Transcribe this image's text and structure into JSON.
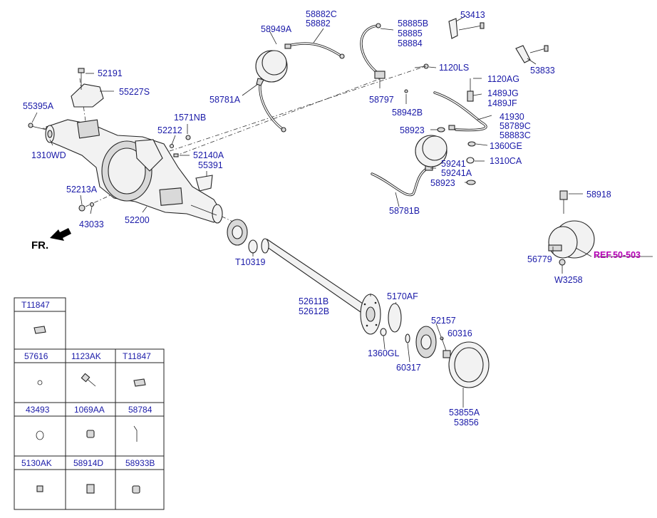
{
  "front_label": "FR.",
  "ref_label": "REF.50-503",
  "part_labels": [
    {
      "id": "p58882c",
      "text": "58882C"
    },
    {
      "id": "p58882",
      "text": "58882"
    },
    {
      "id": "p58949a",
      "text": "58949A"
    },
    {
      "id": "p58885b",
      "text": "58885B"
    },
    {
      "id": "p58885",
      "text": "58885"
    },
    {
      "id": "p58884",
      "text": "58884"
    },
    {
      "id": "p53413",
      "text": "53413"
    },
    {
      "id": "p53833",
      "text": "53833"
    },
    {
      "id": "p52191",
      "text": "52191"
    },
    {
      "id": "p55227s",
      "text": "55227S"
    },
    {
      "id": "p55395a",
      "text": "55395A"
    },
    {
      "id": "p1310wd",
      "text": "1310WD"
    },
    {
      "id": "p1571nb",
      "text": "1571NB"
    },
    {
      "id": "p52212",
      "text": "52212"
    },
    {
      "id": "p52140a",
      "text": "52140A"
    },
    {
      "id": "p55391",
      "text": "55391"
    },
    {
      "id": "p52213a",
      "text": "52213A"
    },
    {
      "id": "p43033",
      "text": "43033"
    },
    {
      "id": "p52200",
      "text": "52200"
    },
    {
      "id": "p58781a",
      "text": "58781A"
    },
    {
      "id": "p1120ls",
      "text": "1120LS"
    },
    {
      "id": "p1120ag",
      "text": "1120AG"
    },
    {
      "id": "p58797",
      "text": "58797"
    },
    {
      "id": "p1489jg",
      "text": "1489JG"
    },
    {
      "id": "p1489jf",
      "text": "1489JF"
    },
    {
      "id": "p58942b",
      "text": "58942B"
    },
    {
      "id": "p41930",
      "text": "41930"
    },
    {
      "id": "p58789c",
      "text": "58789C"
    },
    {
      "id": "p58883c",
      "text": "58883C"
    },
    {
      "id": "p58923a",
      "text": "58923"
    },
    {
      "id": "p1360ge",
      "text": "1360GE"
    },
    {
      "id": "p1310ca",
      "text": "1310CA"
    },
    {
      "id": "p59241",
      "text": "59241"
    },
    {
      "id": "p59241a",
      "text": "59241A"
    },
    {
      "id": "p58923b",
      "text": "58923"
    },
    {
      "id": "p58781b",
      "text": "58781B"
    },
    {
      "id": "p58918",
      "text": "58918"
    },
    {
      "id": "p56779",
      "text": "56779"
    },
    {
      "id": "pw3258",
      "text": "W3258"
    },
    {
      "id": "pt10319",
      "text": "T10319"
    },
    {
      "id": "p52611b",
      "text": "52611B"
    },
    {
      "id": "p52612b",
      "text": "52612B"
    },
    {
      "id": "p5170af",
      "text": "5170AF"
    },
    {
      "id": "p52157",
      "text": "52157"
    },
    {
      "id": "p60316",
      "text": "60316"
    },
    {
      "id": "p1360gl",
      "text": "1360GL"
    },
    {
      "id": "p60317",
      "text": "60317"
    },
    {
      "id": "p53855a",
      "text": "53855A"
    },
    {
      "id": "p53856",
      "text": "53856"
    }
  ],
  "parts_table": [
    [
      "T11847"
    ],
    [
      "57616",
      "1123AK",
      "T11847"
    ],
    [
      "43493",
      "1069AA",
      "58784"
    ],
    [
      "5130AK",
      "58914D",
      "58933B"
    ]
  ]
}
